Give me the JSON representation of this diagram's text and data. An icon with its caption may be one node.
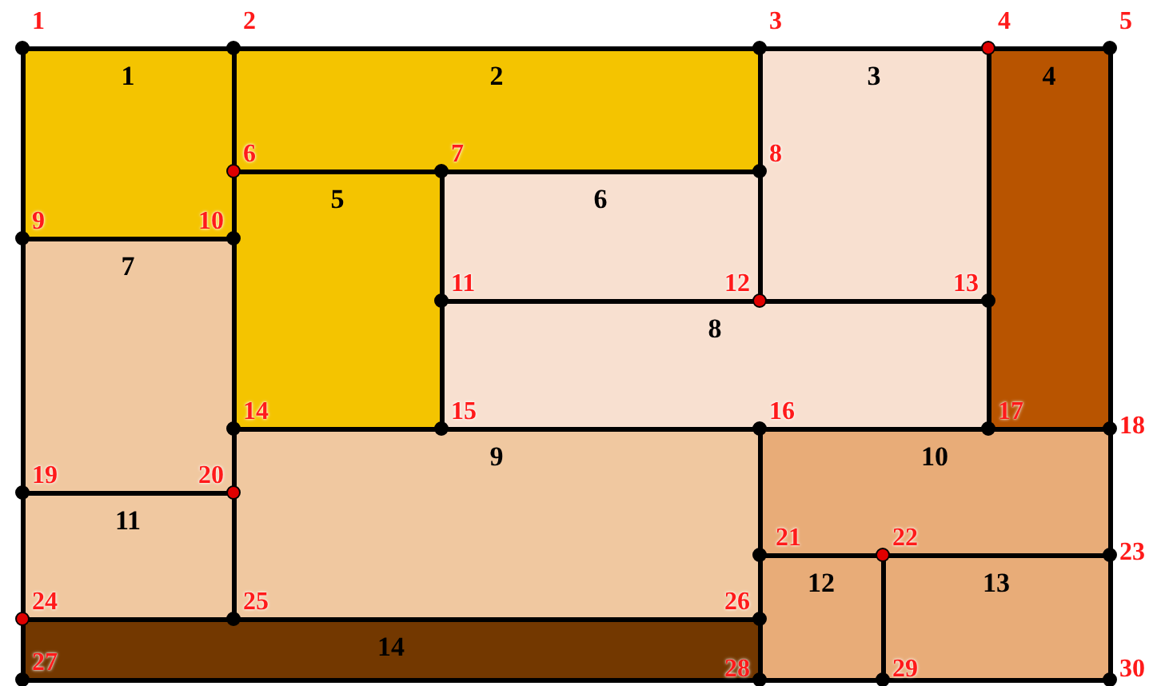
{
  "diagram": {
    "nodes": [
      {
        "text": [
          "1"
        ]
      },
      {
        "text": [
          "2"
        ]
      },
      {
        "text": [
          "3"
        ]
      },
      {
        "text": [
          "4"
        ]
      },
      {
        "text": [
          "5"
        ]
      },
      {
        "text": [
          "6"
        ]
      },
      {
        "text": [
          "7"
        ]
      },
      {
        "text": [
          "8"
        ]
      },
      {
        "text": [
          "9"
        ]
      },
      {
        "text": [
          "10"
        ]
      },
      {
        "text": [
          "11"
        ]
      },
      {
        "text": [
          "12"
        ]
      },
      {
        "text": [
          "13"
        ]
      },
      {
        "text": [
          "14"
        ]
      }
    ],
    "labels": [
      "1",
      "2",
      "3",
      "4",
      "5",
      "6",
      "7",
      "8",
      "9",
      "10",
      "11",
      "12",
      "13",
      "14",
      "15",
      "16",
      "17",
      "18",
      "19",
      "20",
      "21",
      "22",
      "23",
      "24",
      "25",
      "26",
      "27",
      "28",
      "29",
      "30"
    ]
  }
}
